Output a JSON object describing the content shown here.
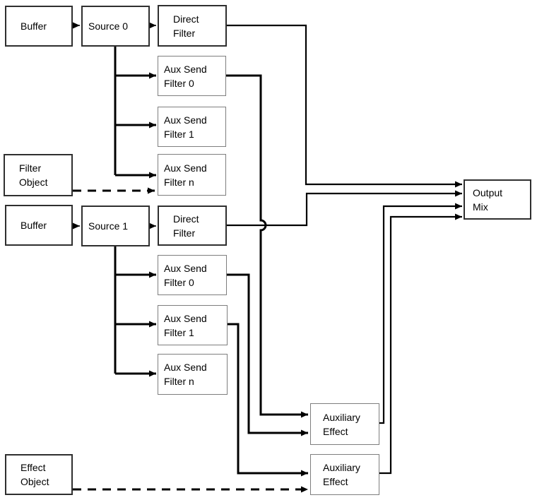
{
  "colors": {
    "background": "#ffffff",
    "line": "#000000",
    "text": "#000000",
    "box_border_dark": "#2f2f2f",
    "box_border_light": "#7e7e7e"
  },
  "labels": {
    "buffer": "Buffer",
    "source0": "Source 0",
    "source1": "Source 1",
    "direct_line1": "Direct",
    "direct_line2": "Filter",
    "aux_send": "Aux Send",
    "filter0": "Filter 0",
    "filter1": "Filter 1",
    "filtern": "Filter n",
    "filter_object_line1": "Filter",
    "filter_object_line2": "Object",
    "effect_object_line1": "Effect",
    "effect_object_line2": "Object",
    "auxiliary_line1": "Auxiliary",
    "auxiliary_line2": "Effect",
    "output_line1": "Output",
    "output_line2": "Mix"
  },
  "edges": [
    {
      "from": "Buffer (top)",
      "to": "Source 0",
      "style": "solid"
    },
    {
      "from": "Source 0",
      "to": "Direct Filter (Source 0)",
      "style": "solid"
    },
    {
      "from": "Source 0",
      "to": "Aux Send Filter 0 (Source 0)",
      "style": "solid"
    },
    {
      "from": "Source 0",
      "to": "Aux Send Filter 1 (Source 0)",
      "style": "solid"
    },
    {
      "from": "Source 0",
      "to": "Aux Send Filter n (Source 0)",
      "style": "solid"
    },
    {
      "from": "Filter Object",
      "to": "Aux Send Filter n (Source 0)",
      "style": "dashed"
    },
    {
      "from": "Direct Filter (Source 0)",
      "to": "Output Mix",
      "style": "solid"
    },
    {
      "from": "Aux Send Filter 0 (Source 0)",
      "to": "Auxiliary Effect (top)",
      "style": "solid"
    },
    {
      "from": "Buffer (bottom)",
      "to": "Source 1",
      "style": "solid"
    },
    {
      "from": "Source 1",
      "to": "Direct Filter (Source 1)",
      "style": "solid"
    },
    {
      "from": "Source 1",
      "to": "Aux Send Filter 0 (Source 1)",
      "style": "solid"
    },
    {
      "from": "Source 1",
      "to": "Aux Send Filter 1 (Source 1)",
      "style": "solid"
    },
    {
      "from": "Source 1",
      "to": "Aux Send Filter n (Source 1)",
      "style": "solid"
    },
    {
      "from": "Direct Filter (Source 1)",
      "to": "Output Mix",
      "style": "solid"
    },
    {
      "from": "Aux Send Filter 0 (Source 1)",
      "to": "Auxiliary Effect (top)",
      "style": "solid"
    },
    {
      "from": "Aux Send Filter 1 (Source 1)",
      "to": "Auxiliary Effect (bottom)",
      "style": "solid"
    },
    {
      "from": "Auxiliary Effect (top)",
      "to": "Output Mix",
      "style": "solid"
    },
    {
      "from": "Auxiliary Effect (bottom)",
      "to": "Output Mix",
      "style": "solid"
    },
    {
      "from": "Effect Object",
      "to": "Auxiliary Effect (bottom)",
      "style": "dashed"
    }
  ]
}
